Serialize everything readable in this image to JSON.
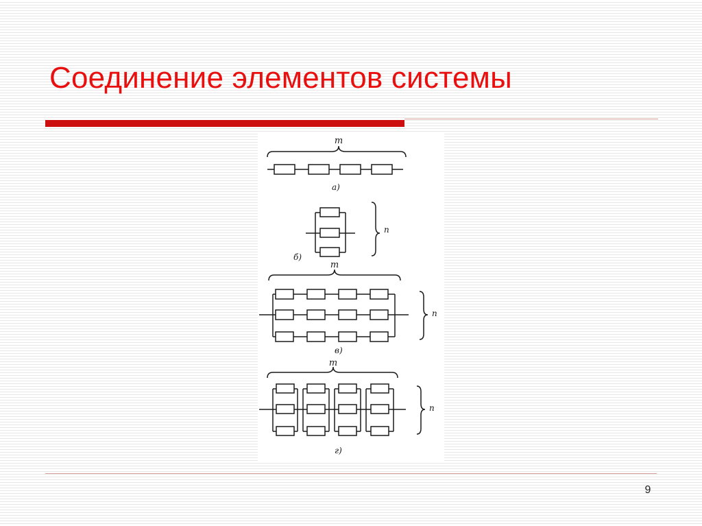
{
  "slide": {
    "title": "Соединение элементов системы",
    "page_number": "9"
  },
  "figure": {
    "label_m": "m",
    "label_n": "n",
    "captions": [
      "а)",
      "б)",
      "в)",
      "г)"
    ]
  },
  "colors": {
    "title": "#e8100f",
    "rule": "#cc1010"
  }
}
